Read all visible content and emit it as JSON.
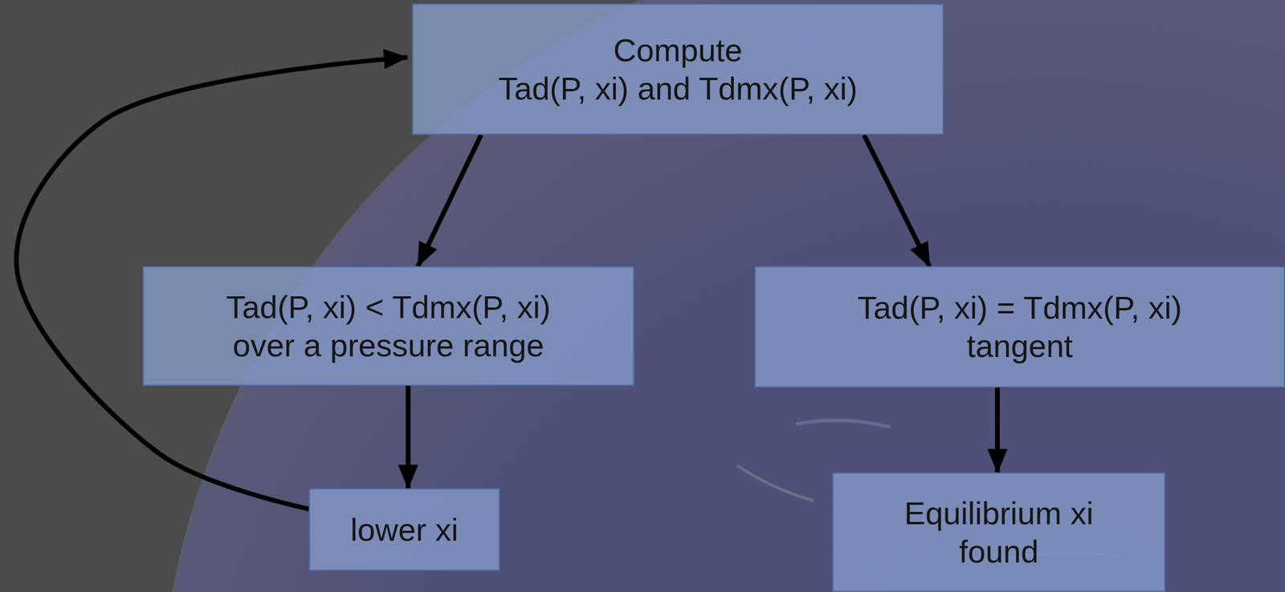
{
  "diagram": {
    "nodes": [
      {
        "text": [
          "Compute",
          "Tad(P, xi) and Tdmx(P, xi)"
        ]
      },
      {
        "text": [
          "Tad(P, xi) < Tdmx(P, xi)",
          "over a pressure range"
        ]
      },
      {
        "text": [
          "Tad(P, xi) = Tdmx(P, xi)",
          "tangent"
        ]
      },
      {
        "text": [
          "lower xi"
        ]
      },
      {
        "text": [
          "Equilibrium xi found"
        ]
      }
    ],
    "edges": [
      {
        "from": 0,
        "to": 1,
        "arrow": "to"
      },
      {
        "from": 0,
        "to": 2,
        "arrow": "to"
      },
      {
        "from": 1,
        "to": 3,
        "arrow": "to"
      },
      {
        "from": 2,
        "to": 4,
        "arrow": "to"
      },
      {
        "from": 3,
        "to": 0,
        "arrow": "to"
      }
    ]
  }
}
